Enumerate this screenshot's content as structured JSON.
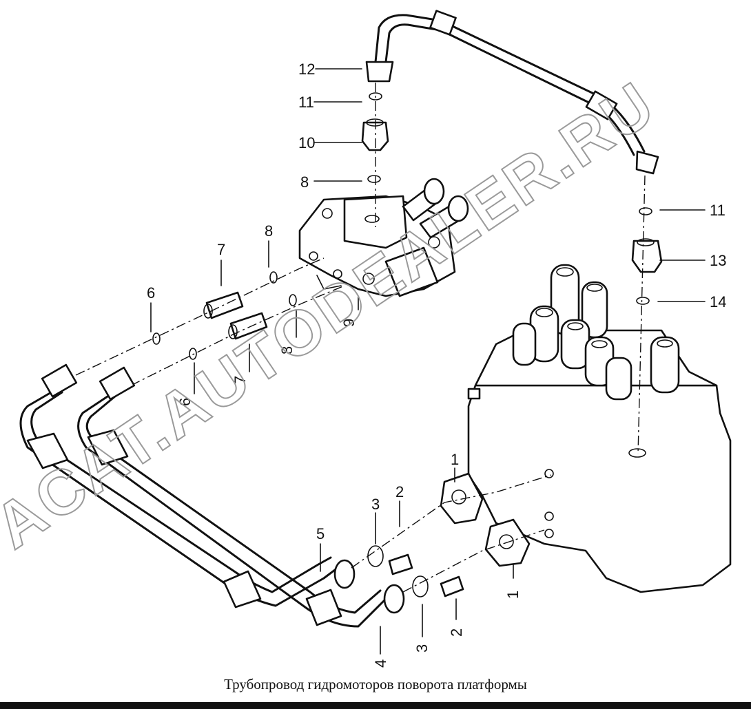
{
  "watermark": "ACAT.AUTODEALER.RU",
  "caption": "Трубопровод гидромоторов поворота платформы",
  "callouts": {
    "c1a": "1",
    "c1b": "1",
    "c2a": "2",
    "c2b": "2",
    "c3a": "3",
    "c3b": "3",
    "c4": "4",
    "c5": "5",
    "c6a": "6",
    "c6b": "6",
    "c7a": "7",
    "c7b": "7",
    "c8a": "8",
    "c8b": "8",
    "c8c": "8",
    "c9": "9",
    "c10": "10",
    "c11a": "11",
    "c11b": "11",
    "c12": "12",
    "c13": "13",
    "c14": "14"
  }
}
